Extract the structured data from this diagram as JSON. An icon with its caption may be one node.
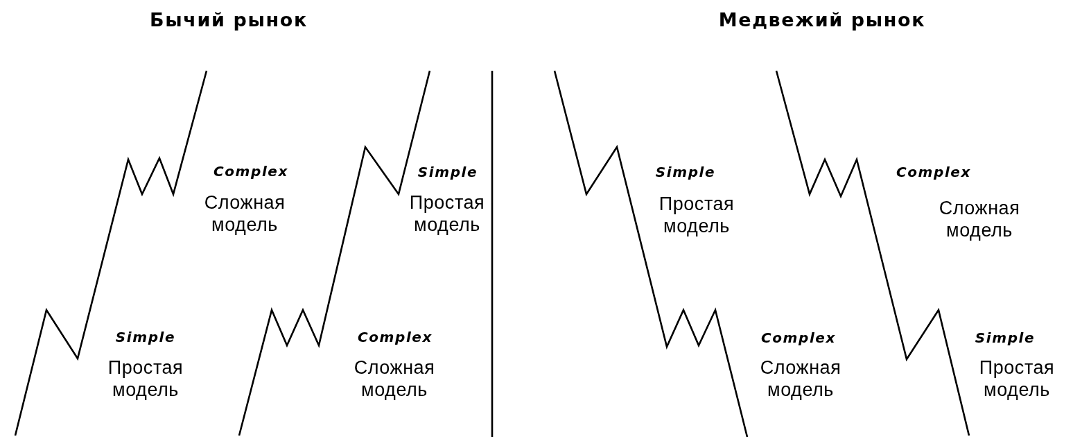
{
  "diagram": {
    "labels": [
      "Бычий рынок",
      "Медвежий рынок",
      "Complex",
      "Сложная модель",
      "Simple",
      "Простая модель",
      "Simple",
      "Простая модель",
      "Complex",
      "Сложная модель",
      "Simple",
      "Простая модель",
      "Complex",
      "Сложная модель",
      "Complex",
      "Сложная модель",
      "Simple",
      "Простая модель"
    ]
  }
}
